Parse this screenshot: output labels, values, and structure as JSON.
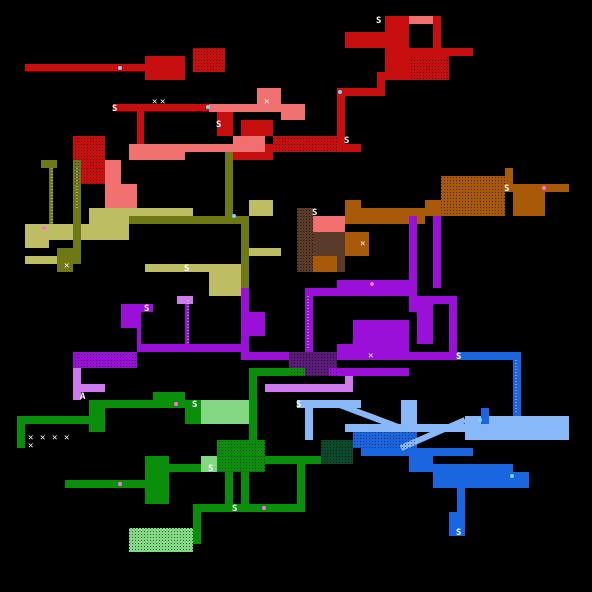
{
  "map": {
    "background": "#000000",
    "regions": [
      {
        "name": "red",
        "fill": "#c80f0f"
      },
      {
        "name": "salmon",
        "fill": "#f07070"
      },
      {
        "name": "olive",
        "fill": "#6e7814"
      },
      {
        "name": "khaki",
        "fill": "#bdbd64"
      },
      {
        "name": "brown-orange",
        "fill": "#a85a08"
      },
      {
        "name": "dark-brown",
        "fill": "#5a3a28"
      },
      {
        "name": "purple",
        "fill": "#9a10d8"
      },
      {
        "name": "light-purple",
        "fill": "#d07af0"
      },
      {
        "name": "green",
        "fill": "#0a8f0a"
      },
      {
        "name": "light-green",
        "fill": "#84d884"
      },
      {
        "name": "blue",
        "fill": "#1a66e0"
      },
      {
        "name": "light-blue",
        "fill": "#88b8f8"
      }
    ],
    "markers": {
      "save_label": "S",
      "start_label": "A",
      "cross_glyph": "✕"
    },
    "icons": [
      "save-station-icon",
      "start-marker-icon",
      "item-icon",
      "door-icon"
    ]
  }
}
